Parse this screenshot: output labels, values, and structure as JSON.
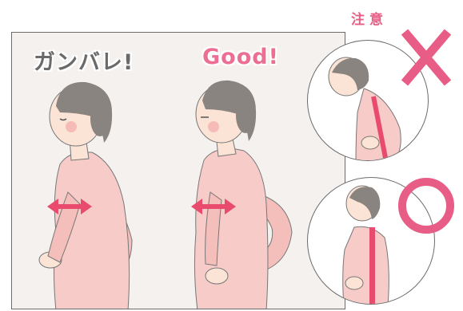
{
  "panel": {
    "label_left": "ガンバレ!",
    "label_right": "Good!"
  },
  "caution": {
    "title": "注意"
  },
  "colors": {
    "accent_pink": "#e85d86",
    "skin": "#fbe3d6",
    "sweater": "#f7c9c5",
    "hair": "#8a8480",
    "arrow": "#e84b6d",
    "outline": "#6b6b6b"
  },
  "icons": {
    "bad_mark": "cross-icon",
    "good_mark": "circle-icon"
  }
}
